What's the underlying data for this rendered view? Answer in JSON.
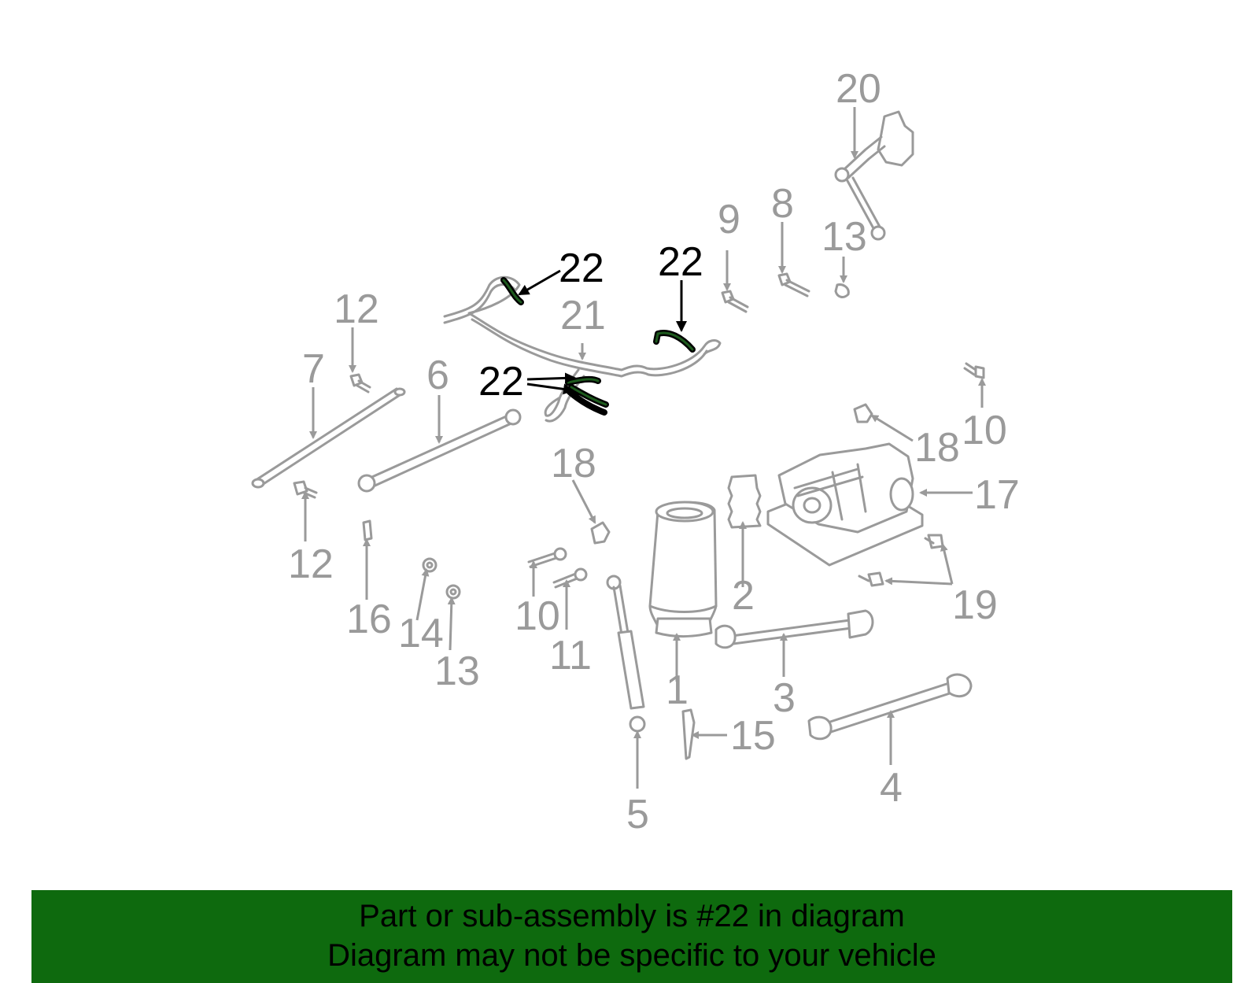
{
  "callouts": {
    "c1": "1",
    "c2": "2",
    "c3": "3",
    "c4": "4",
    "c5": "5",
    "c6": "6",
    "c7": "7",
    "c8": "8",
    "c9": "9",
    "c10a": "10",
    "c10b": "10",
    "c11": "11",
    "c12a": "12",
    "c12b": "12",
    "c13a": "13",
    "c13b": "13",
    "c14": "14",
    "c15": "15",
    "c16": "16",
    "c17": "17",
    "c18a": "18",
    "c18b": "18",
    "c19": "19",
    "c20": "20",
    "c21": "21",
    "c22a": "22",
    "c22b": "22",
    "c22c": "22"
  },
  "banner": {
    "line1": "Part or sub-assembly is #22 in diagram",
    "line2": "Diagram may not be specific to your vehicle"
  },
  "colors": {
    "part_grey": "#9a9a9a",
    "highlight": "#000000",
    "banner_bg": "#0e6a0e"
  }
}
